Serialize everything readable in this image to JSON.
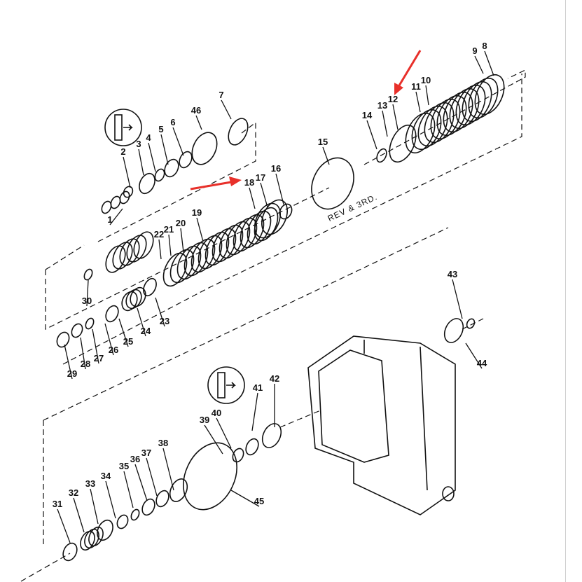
{
  "diagram": {
    "part_numbers": [
      "1",
      "2",
      "3",
      "4",
      "5",
      "6",
      "7",
      "8",
      "9",
      "10",
      "11",
      "12",
      "13",
      "14",
      "15",
      "16",
      "17",
      "18",
      "19",
      "20",
      "21",
      "22",
      "23",
      "24",
      "25",
      "26",
      "27",
      "28",
      "29",
      "30",
      "31",
      "32",
      "33",
      "34",
      "35",
      "36",
      "37",
      "38",
      "39",
      "40",
      "41",
      "42",
      "43",
      "44",
      "45",
      "46"
    ],
    "annotation": "REV & 3RD.",
    "highlight_color": "#e8302a",
    "highlighted_parts": [
      "18",
      "12"
    ]
  }
}
